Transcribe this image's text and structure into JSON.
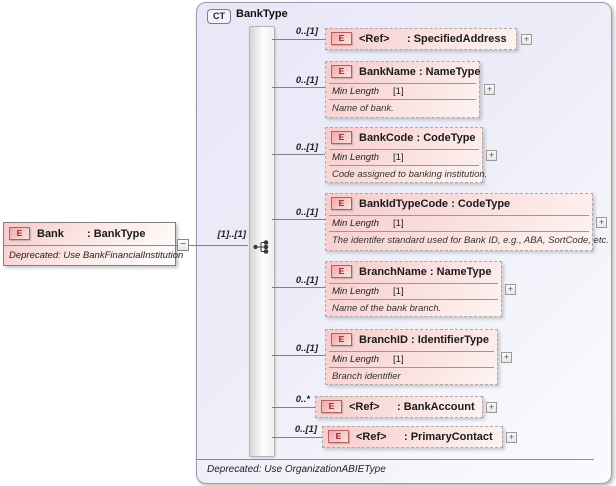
{
  "colors": {
    "container_fill": "#e7e7f7",
    "element_fill": "#f6cbcb",
    "element_border_dashed": "#ababab",
    "element_icon_red": "#9c2222",
    "badge_border": "#7a7a9a",
    "connector_line": "#808080"
  },
  "root": {
    "icon": "E",
    "name": "Bank",
    "type": ": BankType",
    "annotation": "Deprecated: Use BankFinancialInstitution",
    "collapse_glyph": "−",
    "cardinality": "[1]..[1]"
  },
  "complex_type": {
    "badge": "CT",
    "title": "BankType",
    "footer": "Deprecated: Use OrganizationABIEType",
    "children": [
      {
        "cardinality": "0..[1]",
        "icon": "E",
        "name": "<Ref>",
        "type": ": SpecifiedAddress",
        "expander": "+"
      },
      {
        "cardinality": "0..[1]",
        "icon": "E",
        "name": "BankName",
        "type": ": NameType",
        "facet_name": "Min Length",
        "facet_value": "[1]",
        "annotation": "Name of bank.",
        "expander": "+"
      },
      {
        "cardinality": "0..[1]",
        "icon": "E",
        "name": "BankCode",
        "type": ": CodeType",
        "facet_name": "Min Length",
        "facet_value": "[1]",
        "annotation": "Code assigned to banking institution.",
        "expander": "+"
      },
      {
        "cardinality": "0..[1]",
        "icon": "E",
        "name": "BankIdTypeCode",
        "type": ": CodeType",
        "facet_name": "Min Length",
        "facet_value": "[1]",
        "annotation": "The identifer standard used for Bank ID, e.g., ABA, SortCode, etc.",
        "expander": "+"
      },
      {
        "cardinality": "0..[1]",
        "icon": "E",
        "name": "BranchName",
        "type": ": NameType",
        "facet_name": "Min Length",
        "facet_value": "[1]",
        "annotation": "Name of the bank branch.",
        "expander": "+"
      },
      {
        "cardinality": "0..[1]",
        "icon": "E",
        "name": "BranchID",
        "type": ": IdentifierType",
        "facet_name": "Min Length",
        "facet_value": "[1]",
        "annotation": "Branch identifier",
        "expander": "+"
      },
      {
        "cardinality": "0..*",
        "icon": "E",
        "name": "<Ref>",
        "type": ": BankAccount",
        "expander": "+"
      },
      {
        "cardinality": "0..[1]",
        "icon": "E",
        "name": "<Ref>",
        "type": ": PrimaryContact",
        "expander": "+"
      }
    ]
  }
}
